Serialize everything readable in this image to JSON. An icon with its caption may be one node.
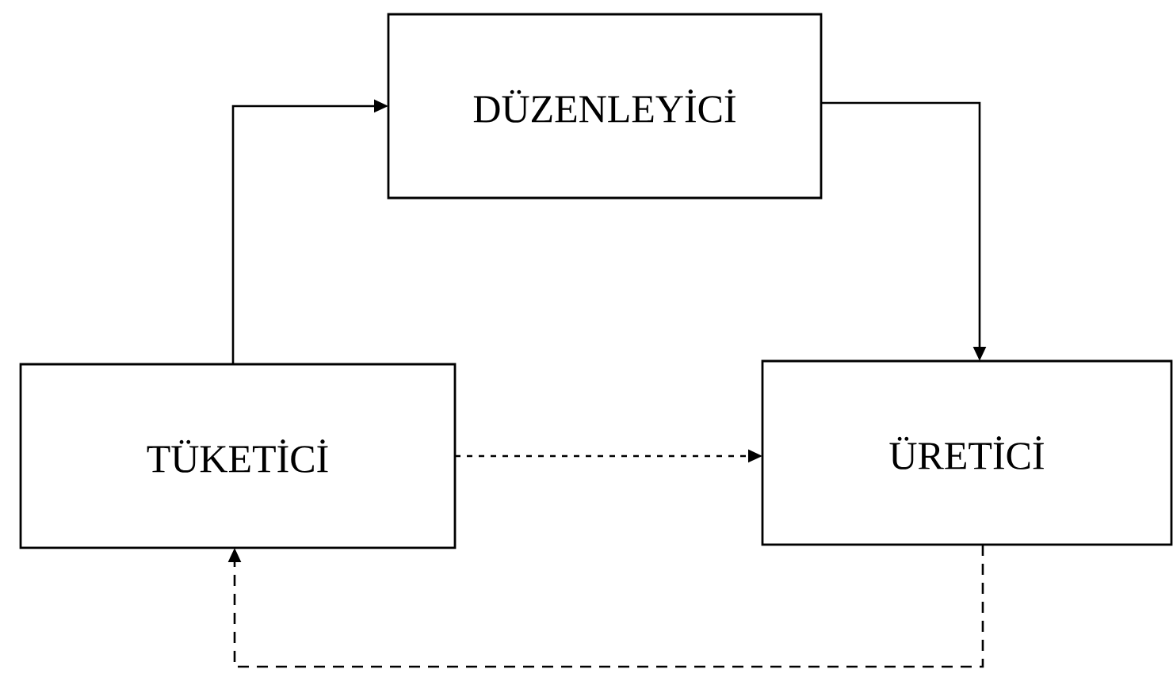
{
  "diagram": {
    "nodes": [
      {
        "text": [
          "DÜZENLEYİCİ"
        ]
      },
      {
        "text": [
          "TÜKETİCİ"
        ]
      },
      {
        "text": [
          "ÜRETİCİ"
        ]
      }
    ],
    "edges": [
      {
        "from": 1,
        "to": 0,
        "arrow": "to"
      },
      {
        "from": 0,
        "to": 2,
        "arrow": "to"
      },
      {
        "from": 1,
        "to": 2,
        "arrow": "to",
        "style": "dashed"
      },
      {
        "from": 2,
        "to": 1,
        "arrow": "to",
        "style": "dashed"
      }
    ]
  }
}
